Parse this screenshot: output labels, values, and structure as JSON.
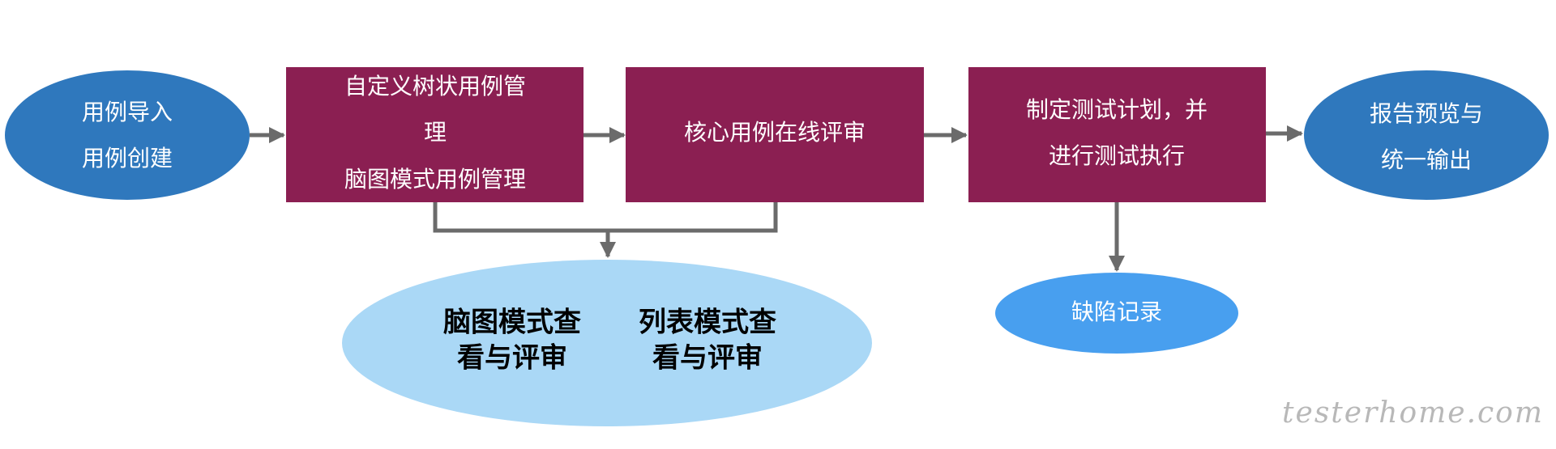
{
  "colors": {
    "ellipse_blue": "#2f78bd",
    "ellipse_lightblue": "#aad8f6",
    "ellipse_midblue": "#489fef",
    "box_maroon": "#8b1f52",
    "arrow_gray": "#6b6b6b",
    "text_white": "#ffffff",
    "text_black": "#000000",
    "watermark_gray": "#b8b8b8"
  },
  "nodes": {
    "import": {
      "line1": "用例导入",
      "line2": "用例创建"
    },
    "custom_tree": {
      "line1": "自定义树状用例管",
      "line2": "理",
      "line3": "脑图模式用例管理"
    },
    "review": {
      "line1": "核心用例在线评审"
    },
    "plan": {
      "line1": "制定测试计划，并",
      "line2": "进行测试执行"
    },
    "report": {
      "line1": "报告预览与",
      "line2": "统一输出"
    },
    "view": {
      "mindmap_line1": "脑图模式查",
      "mindmap_line2": "看与评审",
      "list_line1": "列表模式查",
      "list_line2": "看与评审"
    },
    "defect": {
      "line1": "缺陷记录"
    }
  },
  "watermark": "testerhome.com"
}
